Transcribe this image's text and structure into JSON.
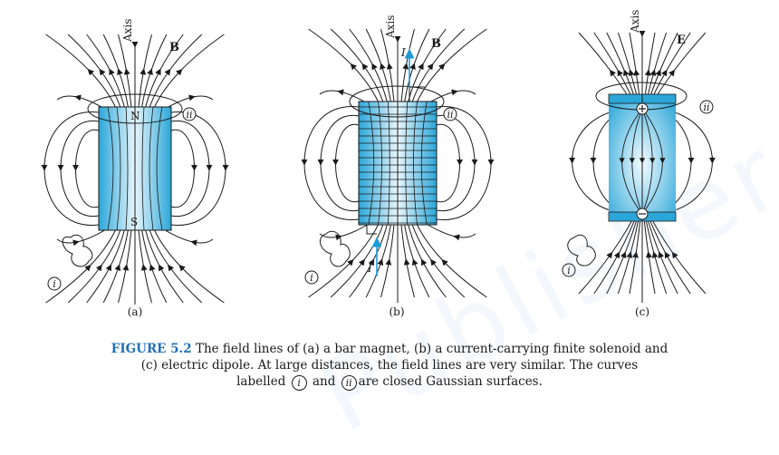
{
  "panels": {
    "a": {
      "sublabel": "(a)",
      "axis": "Axis",
      "field": "B",
      "north": "N",
      "south": "S",
      "gauss1": "i",
      "gauss2": "ii"
    },
    "b": {
      "sublabel": "(b)",
      "axis": "Axis",
      "field": "B",
      "current_top": "I",
      "current_bottom": "I",
      "gauss1": "i",
      "gauss2": "ii"
    },
    "c": {
      "sublabel": "(c)",
      "axis": "Axis",
      "field": "E",
      "gauss1": "i",
      "gauss2": "ii"
    }
  },
  "caption": {
    "label": "FIGURE 5.2",
    "line1": "The field lines of (a) a bar magnet, (b) a current-carrying finite solenoid and",
    "line2": "(c) electric dipole. At large distances, the field lines are very similar. The curves",
    "line3_pre": "labelled",
    "ring1": "i",
    "line3_mid": "and",
    "ring2": "ii",
    "line3_post": "are closed Gaussian surfaces."
  },
  "watermark": "Publisher",
  "colors": {
    "body_fill_light": "#e8f6fd",
    "body_fill_dark": "#2aa6d8",
    "caption_label": "#1f6fb8",
    "current_arrow": "#1e9ad6"
  }
}
